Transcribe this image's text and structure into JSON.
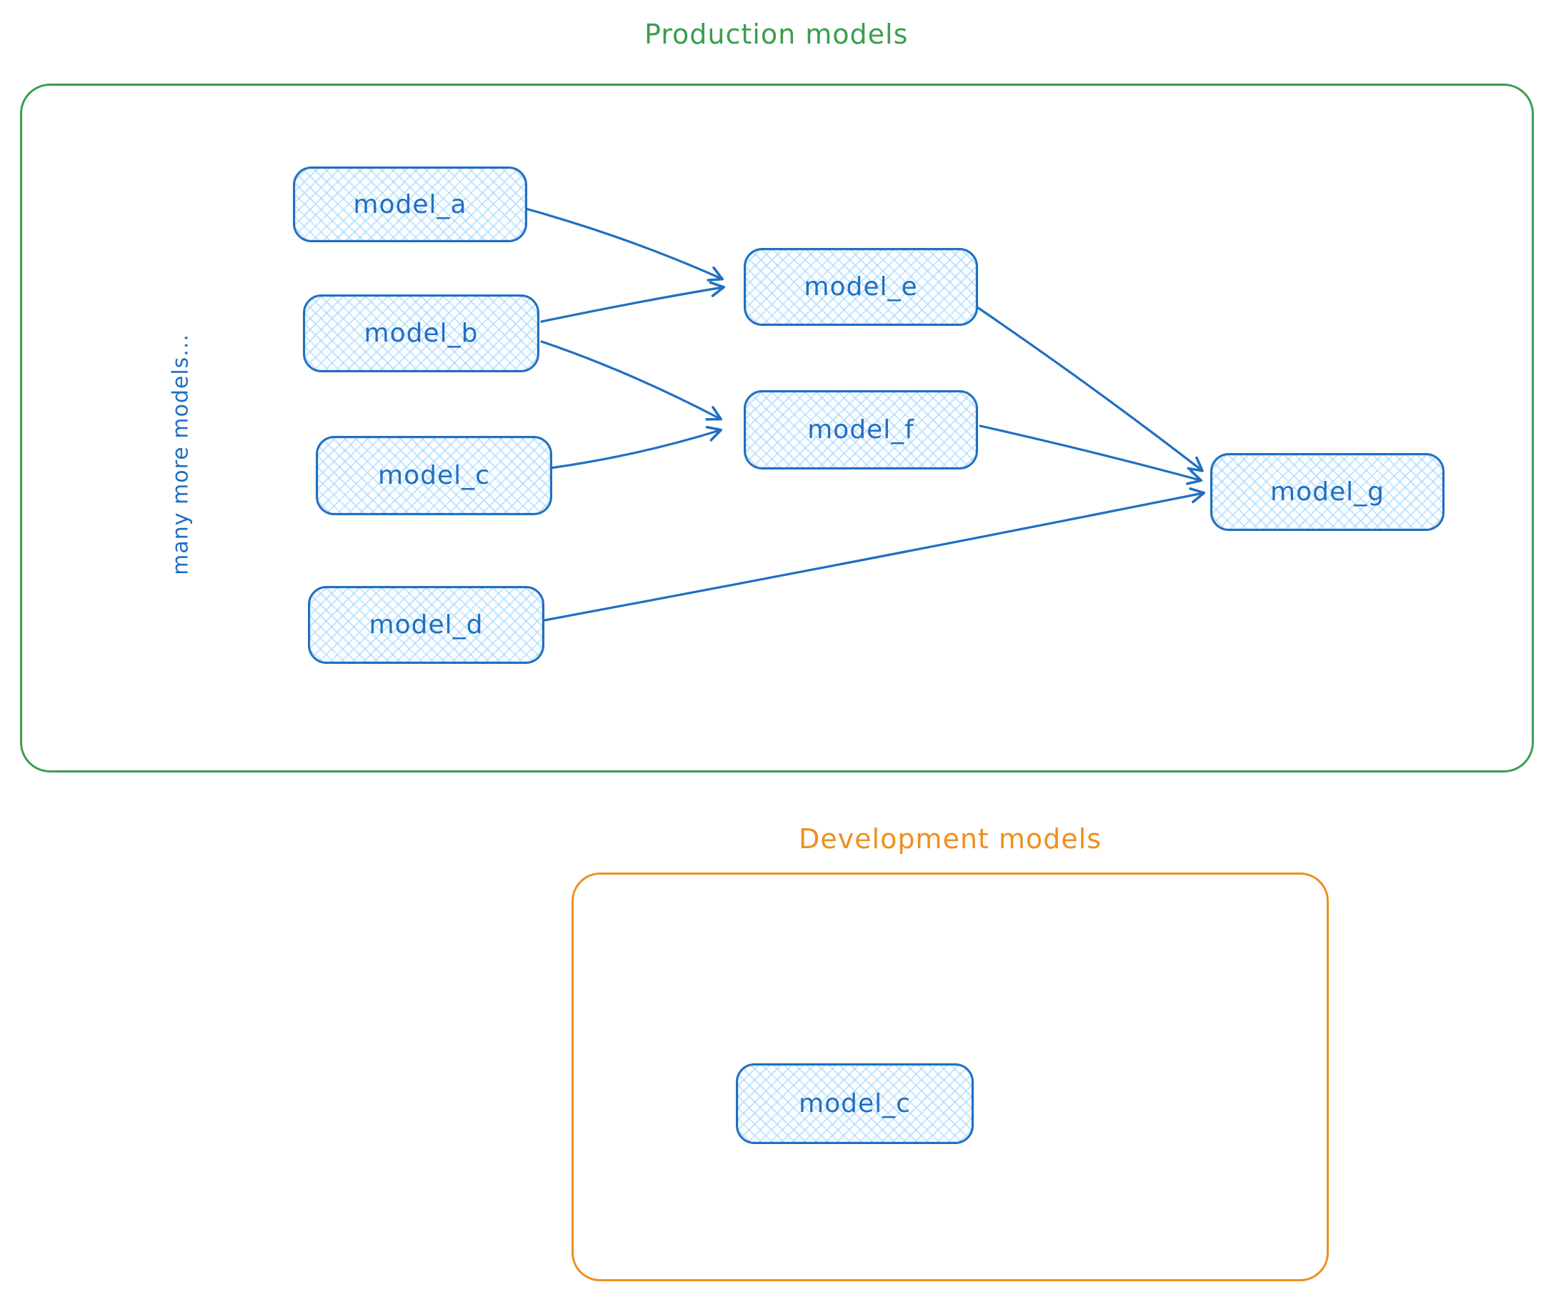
{
  "colors": {
    "production_border": "#3a9e4e",
    "development_border": "#ee8f1f",
    "node_border": "#1f6fc3",
    "node_hatch": "#a5d8ff",
    "label_blue": "#1f6fc3"
  },
  "production": {
    "title": "Production models",
    "side_note": "many more models...",
    "nodes": [
      {
        "id": "model_a",
        "label": "model_a"
      },
      {
        "id": "model_b",
        "label": "model_b"
      },
      {
        "id": "model_c",
        "label": "model_c"
      },
      {
        "id": "model_d",
        "label": "model_d"
      },
      {
        "id": "model_e",
        "label": "model_e"
      },
      {
        "id": "model_f",
        "label": "model_f"
      },
      {
        "id": "model_g",
        "label": "model_g"
      }
    ],
    "edges": [
      {
        "from": "model_a",
        "to": "model_e"
      },
      {
        "from": "model_b",
        "to": "model_e"
      },
      {
        "from": "model_b",
        "to": "model_f"
      },
      {
        "from": "model_c",
        "to": "model_f"
      },
      {
        "from": "model_d",
        "to": "model_g"
      },
      {
        "from": "model_e",
        "to": "model_g"
      },
      {
        "from": "model_f",
        "to": "model_g"
      }
    ]
  },
  "development": {
    "title": "Development models",
    "nodes": [
      {
        "id": "model_c_dev",
        "label": "model_c"
      }
    ]
  }
}
